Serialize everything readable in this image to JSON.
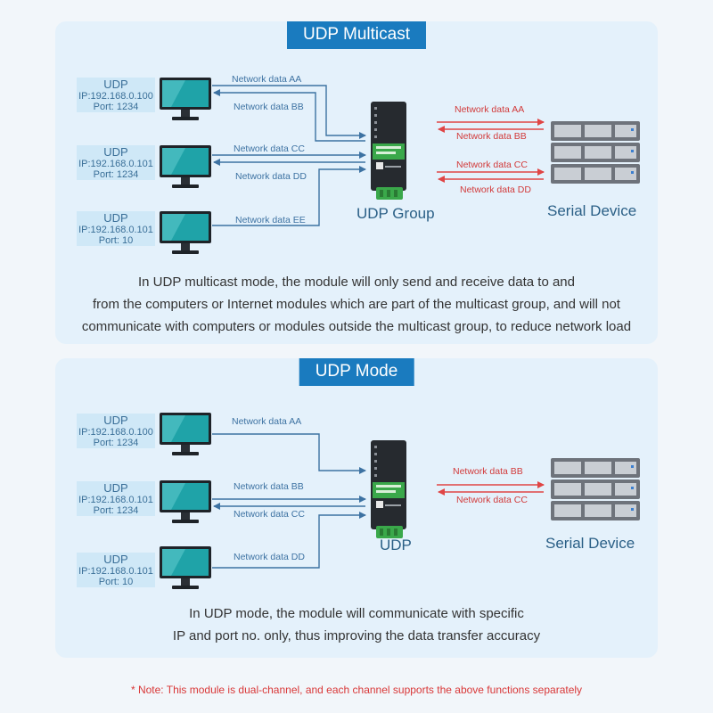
{
  "multicast": {
    "title": "UDP Multicast",
    "hosts": [
      {
        "name": "UDP",
        "ip": "IP:192.168.0.100",
        "port": "Port:  1234"
      },
      {
        "name": "UDP",
        "ip": "IP:192.168.0.101",
        "port": "Port:  1234"
      },
      {
        "name": "UDP",
        "ip": "IP:192.168.0.101",
        "port": "Port:  10"
      }
    ],
    "links": [
      "Network data AA",
      "Network data BB",
      "Network data CC",
      "Network data DD",
      "Network data EE"
    ],
    "serial_links": [
      "Network data AA",
      "Network data BB",
      "Network data CC",
      "Network data DD"
    ],
    "module_label": "UDP Group",
    "device_label": "Serial Device",
    "caption": [
      "In UDP multicast mode, the module will only send and receive data to and",
      "from the computers or Internet modules which are part of the multicast group, and will not",
      "communicate with computers or modules outside the multicast group, to reduce network load"
    ]
  },
  "udp": {
    "title": "UDP Mode",
    "hosts": [
      {
        "name": "UDP",
        "ip": "IP:192.168.0.100",
        "port": "Port:  1234"
      },
      {
        "name": "UDP",
        "ip": "IP:192.168.0.101",
        "port": "Port:  1234"
      },
      {
        "name": "UDP",
        "ip": "IP:192.168.0.101",
        "port": "Port:  10"
      }
    ],
    "links": [
      "Network data AA",
      "Network data BB",
      "Network data CC",
      "Network data DD"
    ],
    "serial_links": [
      "Network data BB",
      "Network data CC"
    ],
    "module_label": "UDP",
    "device_label": "Serial Device",
    "caption": [
      "In UDP mode, the module will communicate with specific",
      "IP and port no. only, thus improving the data transfer accuracy"
    ]
  },
  "note": "* Note: This module is dual-channel, and each channel supports the above functions separately",
  "colors": {
    "accent": "#1a7bbf",
    "line": "#3d72a2",
    "serial": "#e04545",
    "panel": "#e4f1fb"
  }
}
